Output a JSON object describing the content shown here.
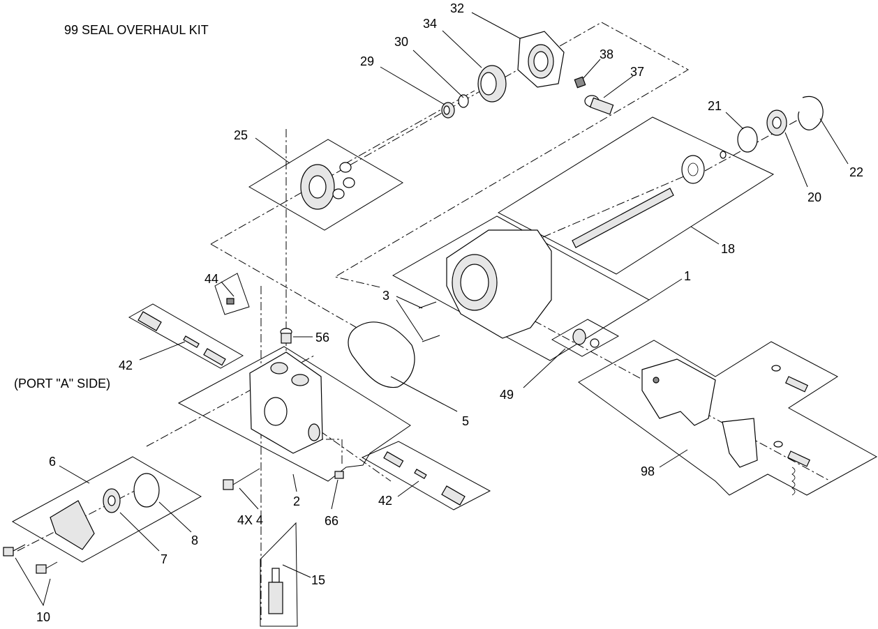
{
  "diagram": {
    "title": "99  SEAL OVERHAUL KIT",
    "callouts": {
      "c1": "1",
      "c2": "2",
      "c3": "3",
      "c5": "5",
      "c6": "6",
      "c7": "7",
      "c8": "8",
      "c10": "10",
      "c15": "15",
      "c18": "18",
      "c20": "20",
      "c21": "21",
      "c22": "22",
      "c25": "25",
      "c29": "29",
      "c30": "30",
      "c32": "32",
      "c34": "34",
      "c37": "37",
      "c38": "38",
      "c42a": "42",
      "c42a_note": "(PORT \"A\" SIDE)",
      "c42b": "42",
      "c44": "44",
      "c49": "49",
      "c56": "56",
      "c66": "66",
      "c98": "98",
      "c4x4": "4X 4"
    }
  }
}
